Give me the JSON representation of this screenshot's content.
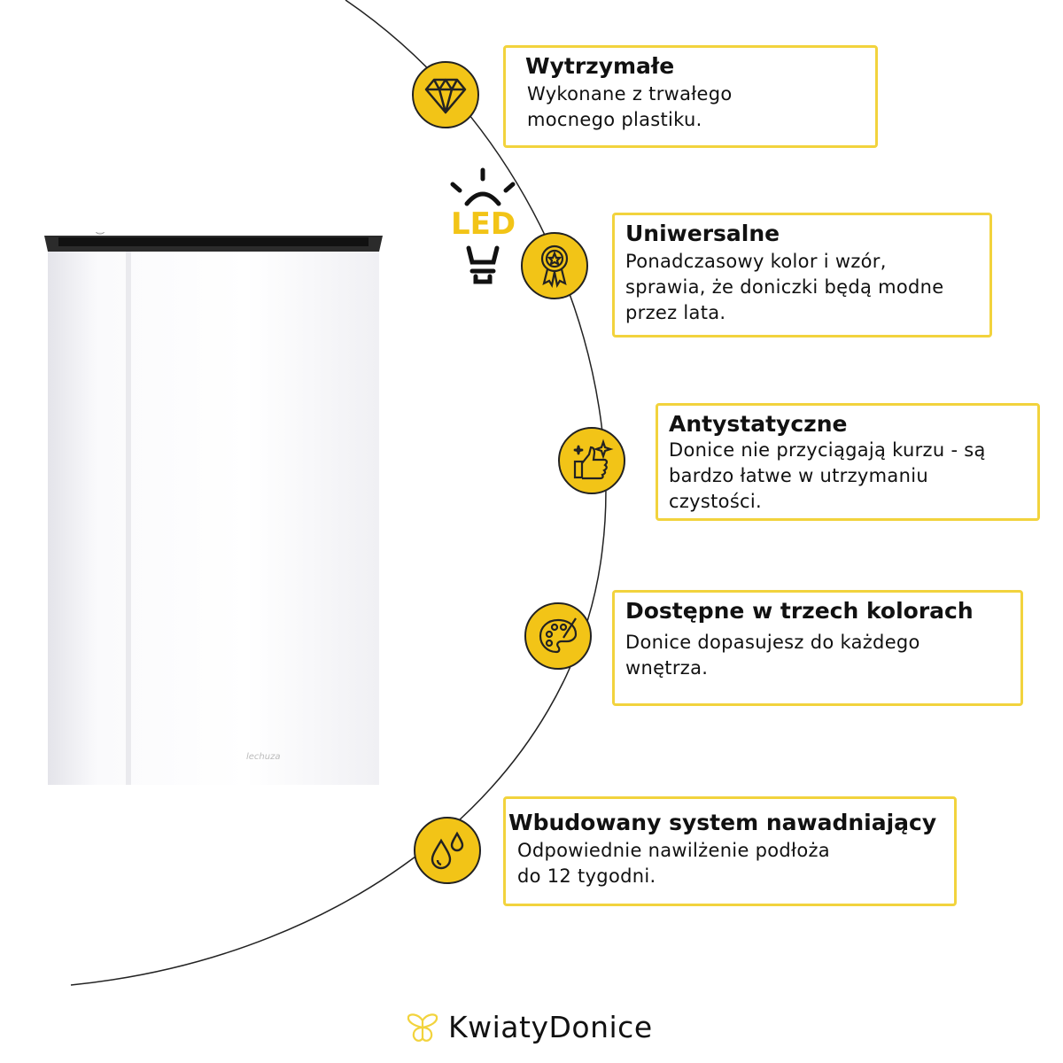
{
  "features": [
    {
      "title": "Wytrzymałe",
      "lines": [
        "Wykonane z trwałego",
        "mocnego plastiku."
      ],
      "icon": "diamond-icon"
    },
    {
      "title": "Uniwersalne",
      "lines": [
        "Ponadczasowy kolor i wzór,",
        "sprawia, że doniczki będą modne",
        "przez lata."
      ],
      "icon": "award-ribbon-icon"
    },
    {
      "title": "Antystatyczne",
      "lines": [
        "Donice nie przyciągają kurzu - są",
        "bardzo łatwe w utrzymaniu",
        "czystości."
      ],
      "icon": "thumbs-up-sparkle-icon"
    },
    {
      "title": "Dostępne w trzech kolorach",
      "lines": [
        "Donice dopasujesz do każdego",
        "wnętrza."
      ],
      "icon": "palette-icon"
    },
    {
      "title": "Wbudowany system nawadniający",
      "lines": [
        "Odpowiednie nawilżenie podłoża",
        "do 12 tygodni."
      ],
      "icon": "water-drops-icon"
    }
  ],
  "led": {
    "label": "LED",
    "icon": "led-bulb-icon"
  },
  "brand": {
    "name": "KwiatyDonice"
  },
  "colors": {
    "accent": "#f2c417",
    "border": "#f2d33d"
  }
}
